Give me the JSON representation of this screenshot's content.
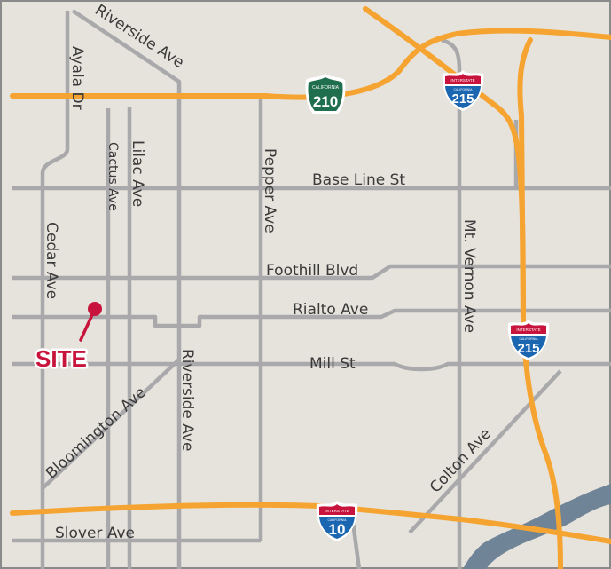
{
  "colors": {
    "land": "#e6e2dc",
    "border": "#8a8a8a",
    "street": "#a9a9ab",
    "freeway": "#f5a431",
    "river": "#6f8497",
    "label": "#3a3a3a",
    "site": "#c8143c",
    "interstate_blue": "#1a66b1",
    "interstate_red": "#c8143c",
    "state_green": "#1f6e4e"
  },
  "streets": {
    "riverside_ave_north": "Riverside Ave",
    "ayala_dr": "Ayala Dr",
    "cactus_ave": "Cactus Ave",
    "lilac_ave": "Lilac Ave",
    "pepper_ave": "Pepper Ave",
    "base_line_st": "Base Line St",
    "cedar_ave": "Cedar Ave",
    "foothill_blvd": "Foothill Blvd",
    "rialto_ave": "Rialto Ave",
    "mt_vernon_ave": "Mt. Vernon Ave",
    "mill_st": "Mill St",
    "bloomington_ave": "Bloomington Ave",
    "riverside_ave_south": "Riverside Ave",
    "colton_ave": "Colton Ave",
    "slover_ave": "Slover Ave"
  },
  "shields": {
    "ca210": {
      "top": "CALIFORNIA",
      "number": "210",
      "icon": "california-state-route-shield"
    },
    "i215_north": {
      "top": "INTERSTATE",
      "sub": "CALIFORNIA",
      "number": "215",
      "icon": "interstate-shield"
    },
    "i215_south": {
      "top": "INTERSTATE",
      "sub": "CALIFORNIA",
      "number": "215",
      "icon": "interstate-shield"
    },
    "i10": {
      "top": "INTERSTATE",
      "sub": "CALIFORNIA",
      "number": "10",
      "icon": "interstate-shield"
    }
  },
  "site": {
    "label": "SITE",
    "icon": "location-pin-icon"
  }
}
